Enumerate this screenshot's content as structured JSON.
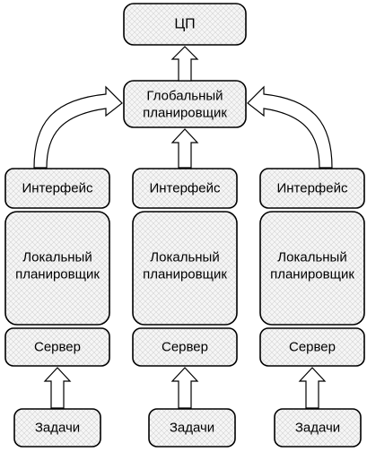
{
  "cpu": {
    "label": "ЦП"
  },
  "global_scheduler": {
    "label_line1": "Глобальный",
    "label_line2": "планировщик"
  },
  "columns": [
    {
      "interface": "Интерфейс",
      "local_scheduler_line1": "Локальный",
      "local_scheduler_line2": "планировщик",
      "server": "Сервер",
      "tasks": "Задачи"
    },
    {
      "interface": "Интерфейс",
      "local_scheduler_line1": "Локальный",
      "local_scheduler_line2": "планировщик",
      "server": "Сервер",
      "tasks": "Задачи"
    },
    {
      "interface": "Интерфейс",
      "local_scheduler_line1": "Локальный",
      "local_scheduler_line2": "планировщик",
      "server": "Сервер",
      "tasks": "Задачи"
    }
  ],
  "colors": {
    "box_fill": "#f6f6f6",
    "hatch": "#d4d4d4",
    "stroke": "#000000",
    "arrow_fill": "#ffffff"
  }
}
